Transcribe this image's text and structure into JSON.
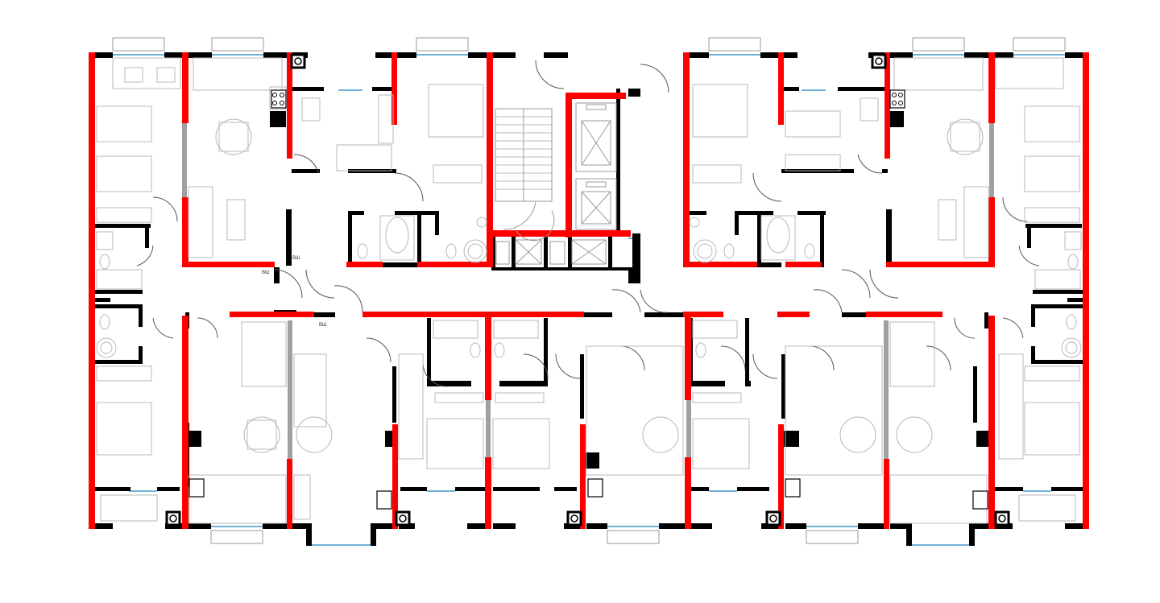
{
  "plan": {
    "labels": {
      "shaft_a": "ВШ",
      "shaft_b": "ВШ",
      "shaft_c": "ВШ"
    }
  },
  "colors": {
    "bearing_wall": "#ff0000",
    "partition": "#000000",
    "glazing": "#6fb3d6",
    "grey_wall": "#a0a0a0"
  }
}
